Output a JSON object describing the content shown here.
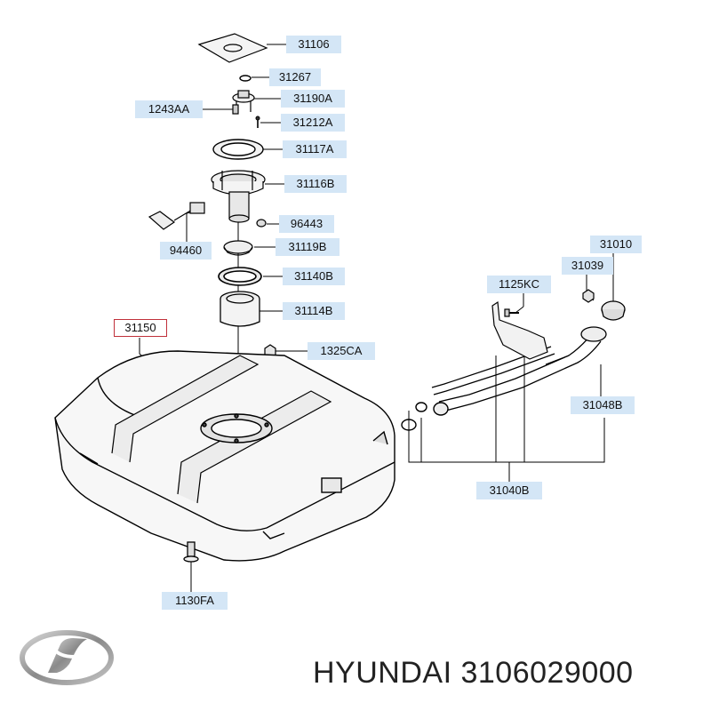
{
  "callouts": {
    "p31106": "31106",
    "p31267": "31267",
    "p1243AA": "1243AA",
    "p31190A": "31190A",
    "p31212A": "31212A",
    "p31117A": "31117A",
    "p31116B": "31116B",
    "p96443": "96443",
    "p94460": "94460",
    "p31119B": "31119B",
    "p31140B": "31140B",
    "p31114B": "31114B",
    "p31150": "31150",
    "p1325CA": "1325CA",
    "p1130FA": "1130FA",
    "p31010": "31010",
    "p31039": "31039",
    "p1125KC": "1125KC",
    "p31048B": "31048B",
    "p31040B": "31040B"
  },
  "caption": "HYUNDAI 3106029000",
  "logo_icon": "hyundai-logo-icon",
  "colors": {
    "label_bg": "#d4e6f6",
    "highlight_border": "#c0303a",
    "line": "#000000"
  }
}
